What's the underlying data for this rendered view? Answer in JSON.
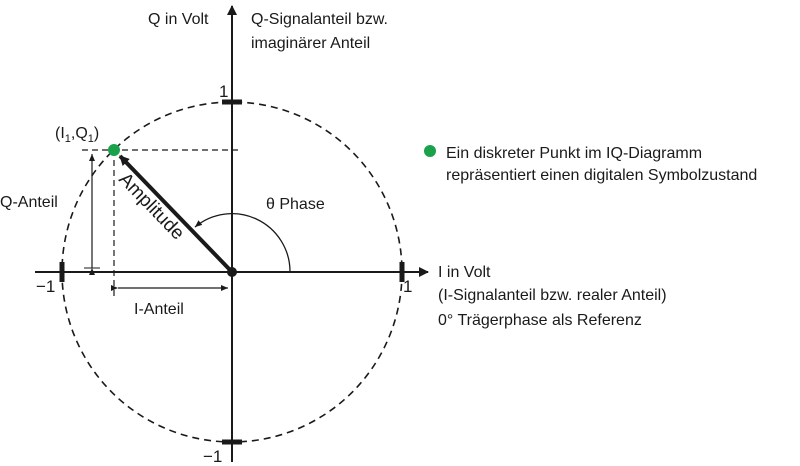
{
  "axes": {
    "q_axis_label": "Q in Volt",
    "q_axis_desc_line1": "Q-Signalanteil bzw.",
    "q_axis_desc_line2": "imaginärer Anteil",
    "i_axis_label": "I in Volt",
    "i_axis_desc_line1": "(I-Signalanteil bzw. realer Anteil)",
    "i_axis_desc_line2": "0° Trägerphase als Referenz"
  },
  "ticks": {
    "q_plus": "1",
    "q_minus": "−1",
    "i_plus": "1",
    "i_minus": "−1"
  },
  "point": {
    "label_base": "(I",
    "label_sub1": "1",
    "label_mid": ",Q",
    "label_sub2": "1",
    "label_end": ")",
    "color": "#1aa24b"
  },
  "labels": {
    "q_component": "Q-Anteil",
    "i_component": "I-Anteil",
    "amplitude": "Amplitude",
    "phase": "θ Phase"
  },
  "legend": {
    "line1": "Ein diskreter Punkt im IQ-Diagramm",
    "line2": "repräsentiert einen digitalen Symbolzustand",
    "dot_color": "#1aa24b"
  }
}
